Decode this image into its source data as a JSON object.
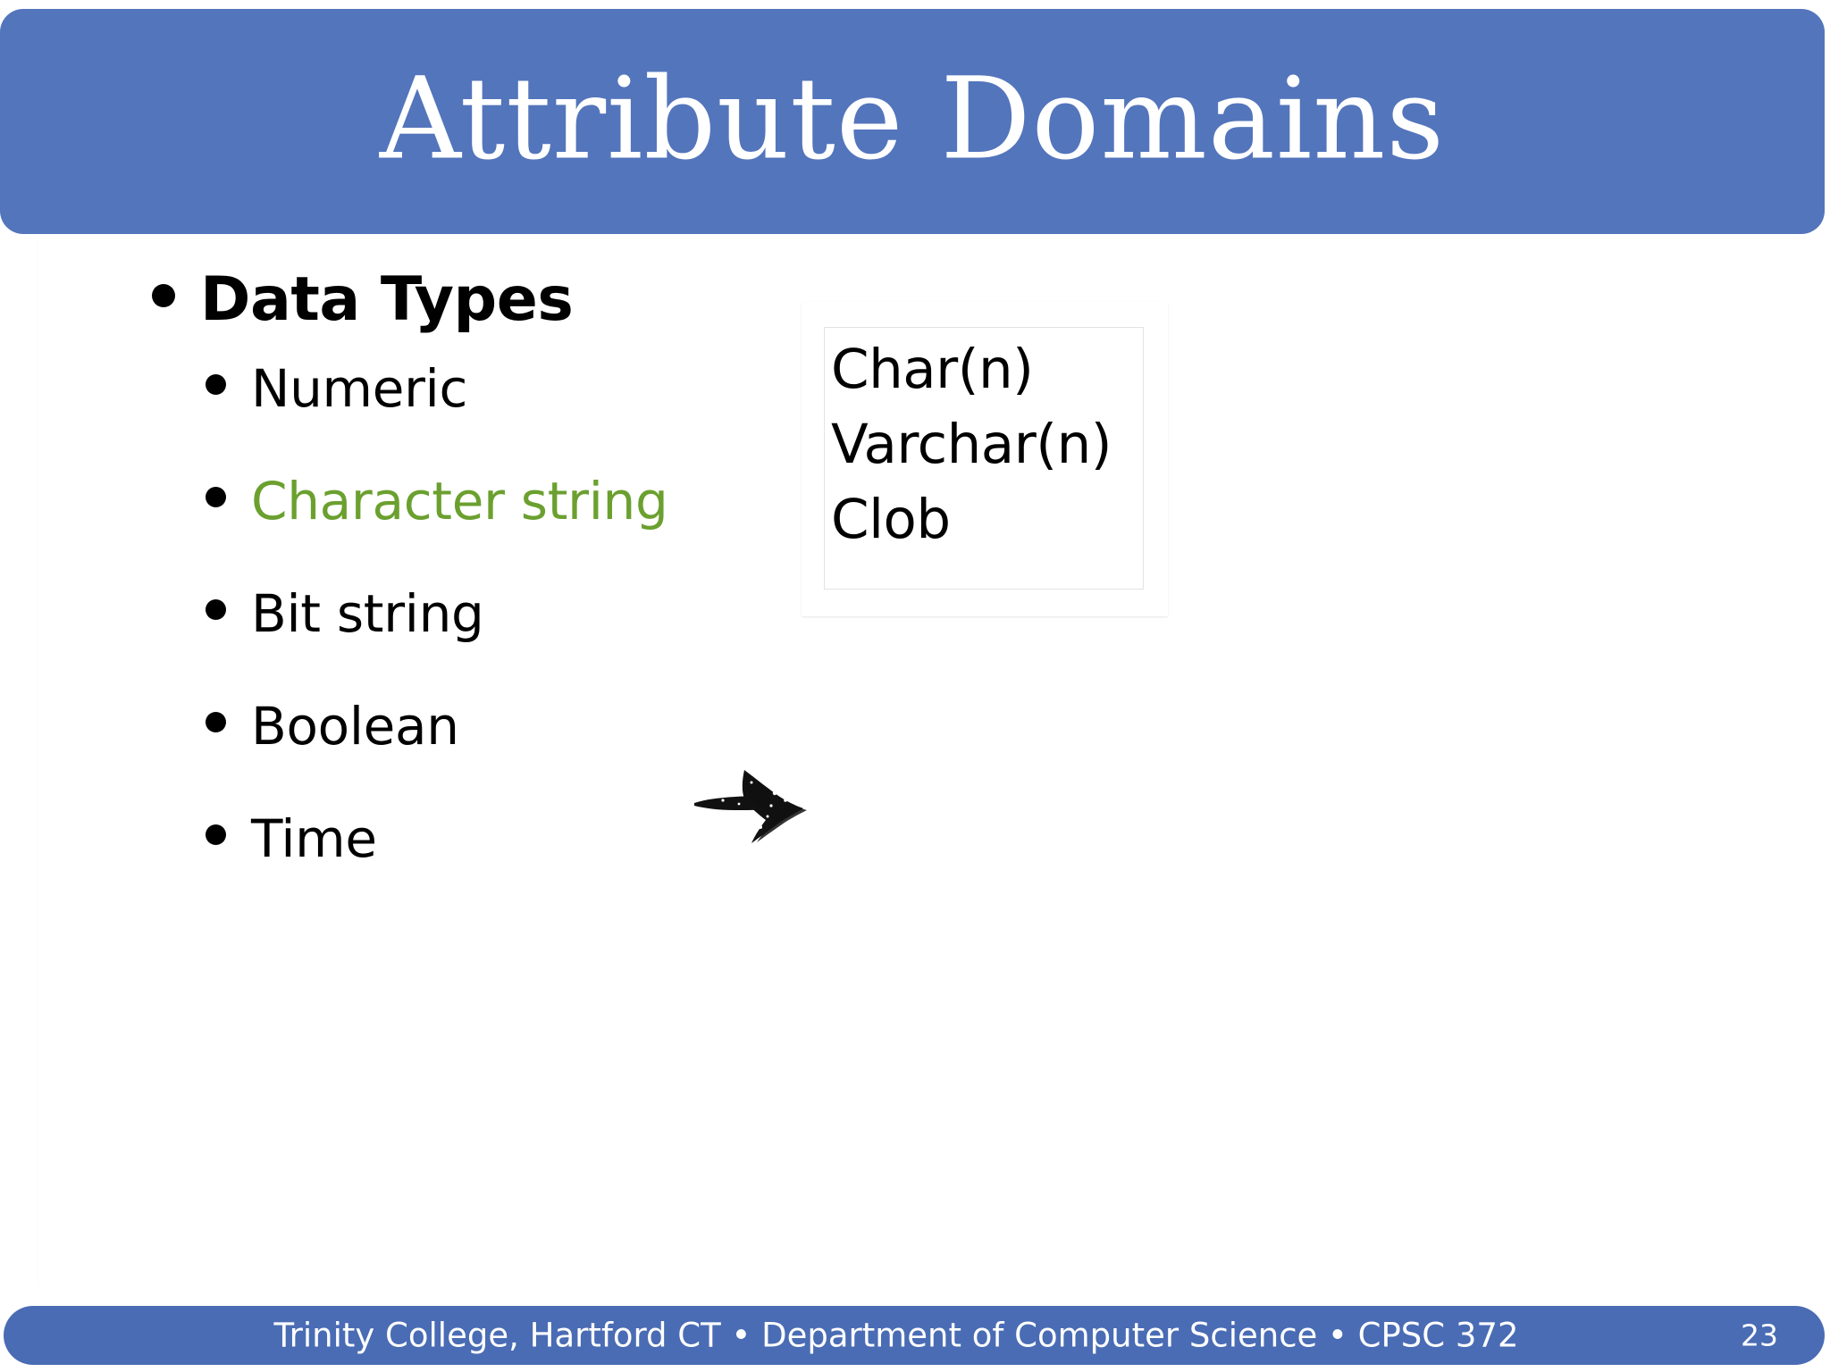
{
  "slide": {
    "title": "Attribute Domains",
    "title_bar_color": "#5375bc",
    "background_color": "#ffffff"
  },
  "body": {
    "bullets": [
      {
        "level": 1,
        "label": "Data Types",
        "bold": true,
        "color": "#000000"
      },
      {
        "level": 2,
        "label": "Numeric",
        "bold": false,
        "color": "#000000"
      },
      {
        "level": 2,
        "label": "Character string",
        "bold": false,
        "color": "#6ba02f"
      },
      {
        "level": 2,
        "label": "Bit string",
        "bold": false,
        "color": "#000000"
      },
      {
        "level": 2,
        "label": "Boolean",
        "bold": false,
        "color": "#000000"
      },
      {
        "level": 2,
        "label": "Time",
        "bold": false,
        "color": "#000000"
      }
    ]
  },
  "annotation": {
    "arrow_icon": "hand-drawn-right-arrow",
    "arrow_color": "#111111",
    "points_from": "Character string",
    "points_to": "character-types-note-card"
  },
  "note_card": {
    "lines": [
      "Char(n)",
      "Varchar(n)",
      "Clob"
    ]
  },
  "footer": {
    "text": "Trinity College, Hartford CT •  Department of Computer Science  •  CPSC 372",
    "page_number": "23",
    "bar_color": "#4a6cb4"
  }
}
